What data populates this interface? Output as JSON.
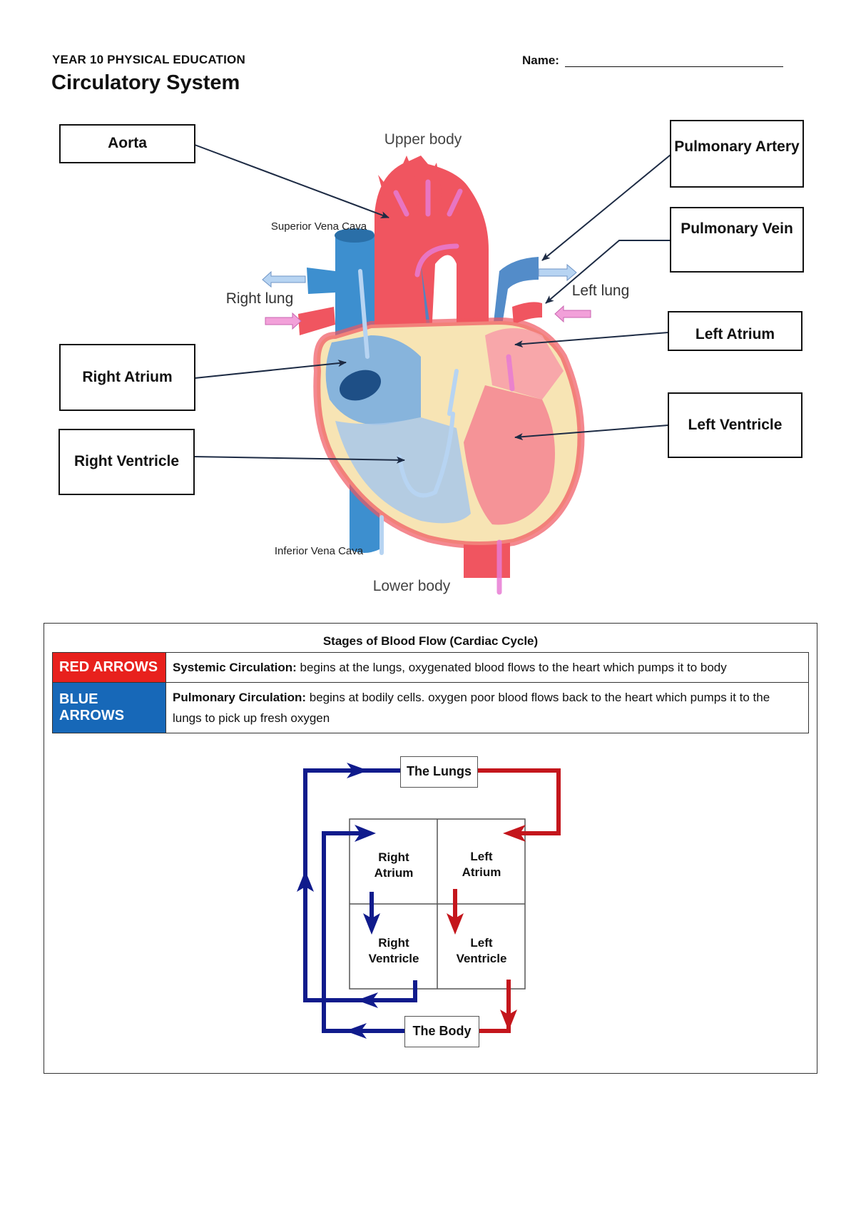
{
  "header": {
    "subject": "YEAR 10 PHYSICAL EDUCATION",
    "title": "Circulatory System",
    "name_label": "Name:"
  },
  "heart_diagram": {
    "upper_body": "Upper body",
    "lower_body": "Lower body",
    "superior_vena_cava": "Superior Vena Cava",
    "inferior_vena_cava": "Inferior Vena Cava",
    "right_lung": "Right lung",
    "left_lung": "Left lung",
    "labels": {
      "aorta": "Aorta",
      "pulmonary_artery": "Pulmonary Artery",
      "pulmonary_vein": "Pulmonary Vein",
      "right_atrium": "Right Atrium",
      "left_atrium": "Left Atrium",
      "right_ventricle": "Right Ventricle",
      "left_ventricle": "Left Ventricle"
    },
    "colors": {
      "oxygenated": "#f05560",
      "deoxygenated": "#3d8fcf",
      "tissue": "#f7e4b4"
    }
  },
  "stages": {
    "title": "Stages of Blood Flow (Cardiac Cycle)",
    "rows": [
      {
        "tag": "RED ARROWS",
        "heading": "Systemic Circulation:",
        "text": " begins at the lungs, oxygenated blood flows to the heart which pumps it to body"
      },
      {
        "tag": "BLUE ARROWS",
        "heading": "Pulmonary Circulation:",
        "text": " begins at bodily cells. oxygen poor blood flows back to the heart which pumps it to the lungs to pick up fresh oxygen"
      }
    ],
    "colors": {
      "red": "#e8211d",
      "blue": "#1768b8"
    }
  },
  "flow_chart": {
    "lungs": "The Lungs",
    "body": "The Body",
    "right_atrium": "Right\nAtrium",
    "left_atrium": "Left\nAtrium",
    "right_ventricle": "Right\nVentricle",
    "left_ventricle": "Left\nVentricle",
    "colors": {
      "red": "#c4161c",
      "blue": "#101b8c"
    }
  }
}
